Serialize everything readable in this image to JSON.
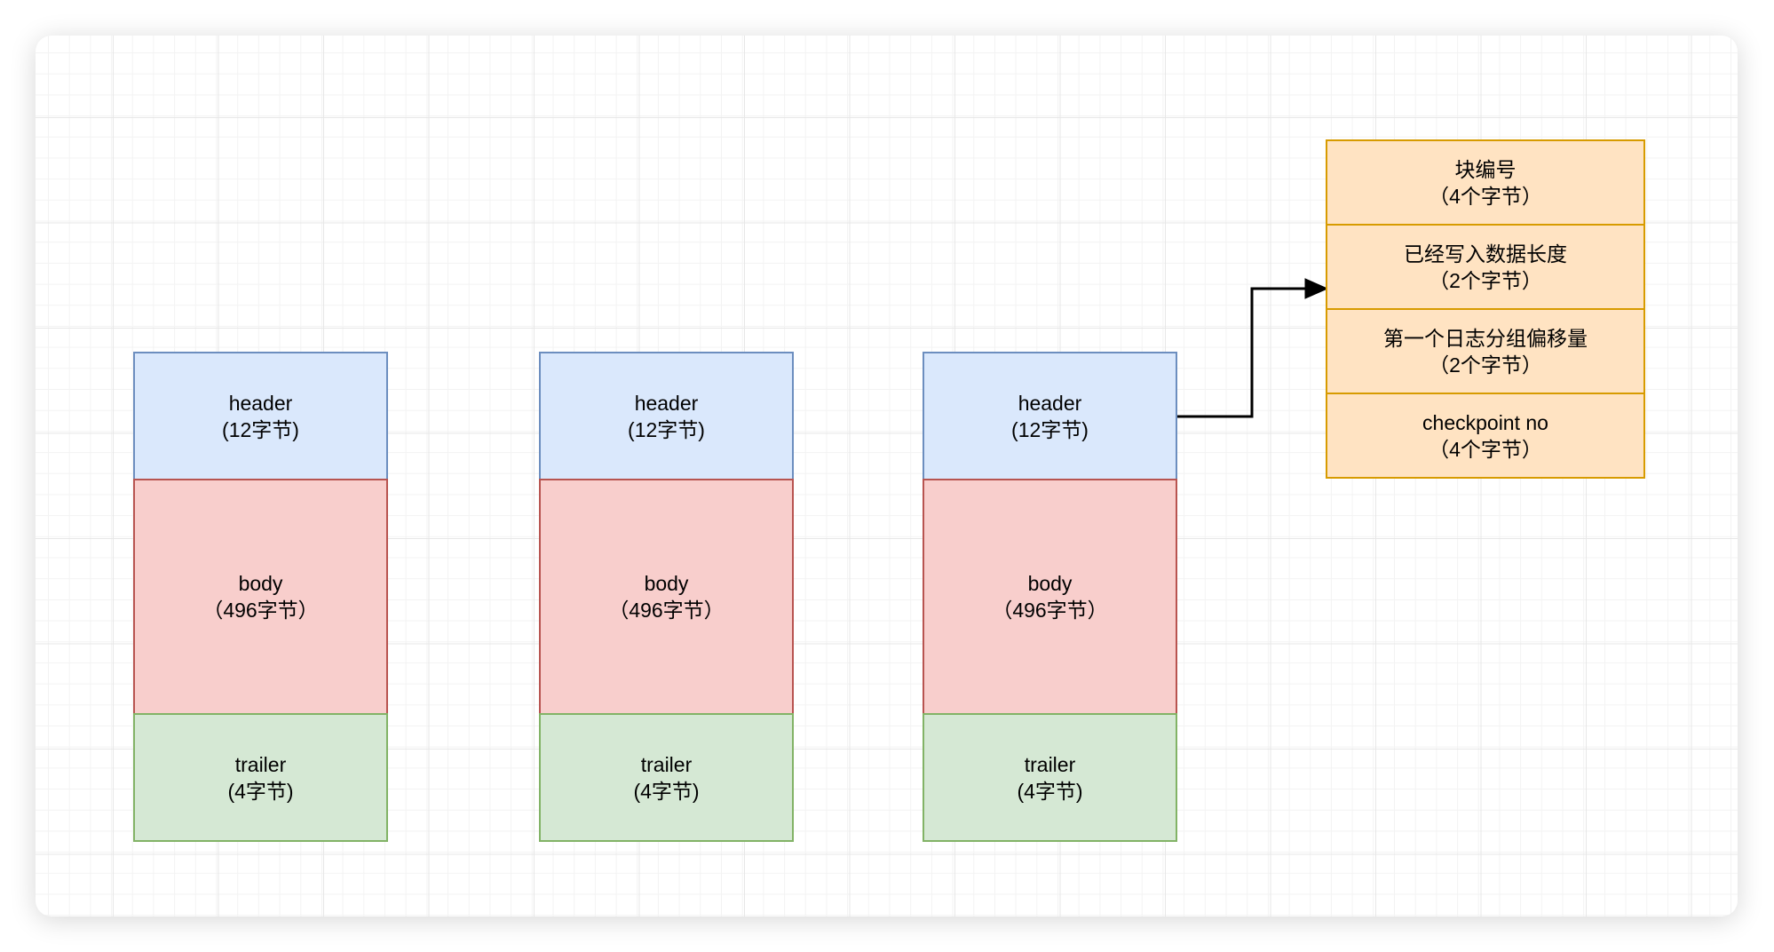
{
  "diagram": {
    "description_labels": {
      "blocks": [
        {
          "segments": [
            {
              "label": "header",
              "size": "(12字节)"
            },
            {
              "label": "body",
              "size": "（496字节）"
            },
            {
              "label": "trailer",
              "size": "(4字节)"
            }
          ]
        },
        {
          "segments": [
            {
              "label": "header",
              "size": "(12字节)"
            },
            {
              "label": "body",
              "size": "（496字节）"
            },
            {
              "label": "trailer",
              "size": "(4字节)"
            }
          ]
        },
        {
          "segments": [
            {
              "label": "header",
              "size": "(12字节)"
            },
            {
              "label": "body",
              "size": "（496字节）"
            },
            {
              "label": "trailer",
              "size": "(4字节)"
            }
          ]
        }
      ],
      "header_detail": {
        "rows": [
          {
            "title": "块编号",
            "size": "（4个字节）"
          },
          {
            "title": "已经写入数据长度",
            "size": "（2个字节）"
          },
          {
            "title": "第一个日志分组偏移量",
            "size": "（2个字节）"
          },
          {
            "title": "checkpoint no",
            "size": "（4个字节）"
          }
        ]
      }
    },
    "colors": {
      "header_fill": "#dae8fc",
      "header_stroke": "#6c8ebf",
      "body_fill": "#f8cecc",
      "body_stroke": "#b85450",
      "trailer_fill": "#d5e8d4",
      "trailer_stroke": "#82b366",
      "detail_fill": "#ffe3c2",
      "detail_stroke": "#d79b00",
      "arrow": "#000000"
    }
  }
}
